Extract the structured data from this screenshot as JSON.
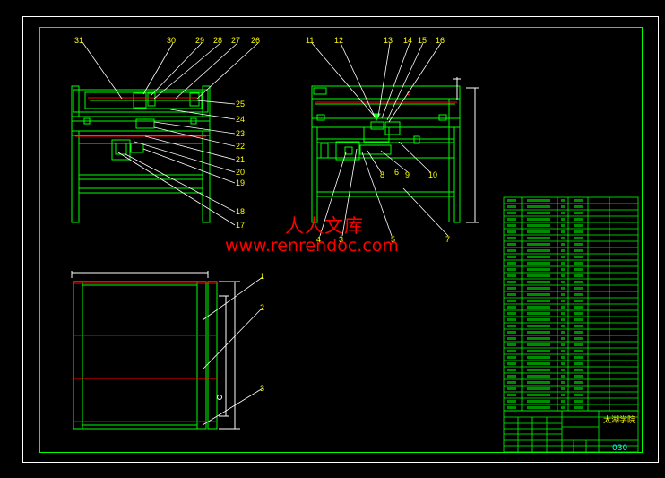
{
  "colors": {
    "background": "#000000",
    "border": "#ffffff",
    "drawing": "#00ff00",
    "leader": "#ffffff",
    "label": "#ffff00",
    "hidden": "#ff0000",
    "watermark": "#ff0000",
    "accent": "#00ffff"
  },
  "watermark": {
    "cn": "人人文库",
    "url": "www.renrendoc.com"
  },
  "front_view": {
    "top_labels": [
      "31",
      "30",
      "29",
      "28",
      "27",
      "26"
    ],
    "right_labels": [
      "25",
      "24",
      "23",
      "22",
      "21",
      "20",
      "19",
      "18",
      "17"
    ]
  },
  "side_view": {
    "top_labels": [
      "11",
      "12",
      "13",
      "14",
      "15",
      "16"
    ],
    "bottom_labels": [
      "4",
      "3",
      "5",
      "6",
      "7",
      "9",
      "10",
      "8"
    ]
  },
  "top_view": {
    "labels": [
      "1",
      "2",
      "3"
    ]
  },
  "title_block": {
    "school": "太湖学院",
    "drawing_no": "030"
  }
}
